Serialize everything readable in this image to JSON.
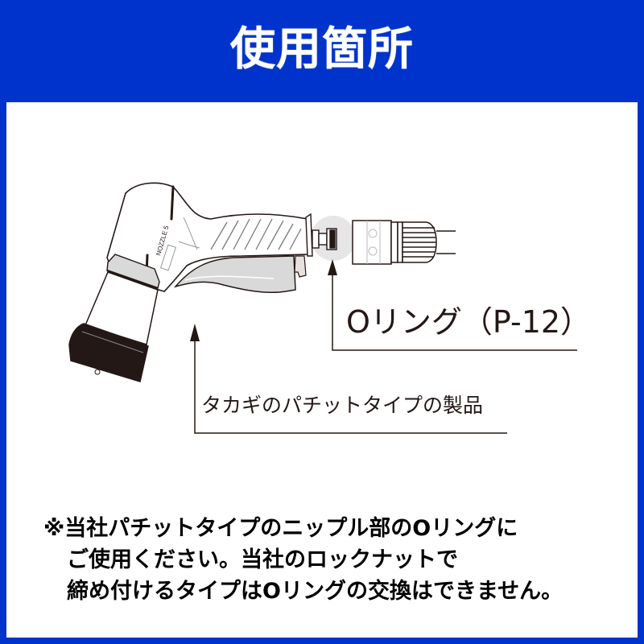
{
  "header": {
    "title": "使用箇所",
    "background_color": "#0033cc",
    "text_color": "#ffffff"
  },
  "illustration": {
    "nozzle_brand_text": "NOZZLE 5",
    "callouts": {
      "oring": "Oリング（P-12）",
      "product": "タカギのパチットタイプの製品"
    }
  },
  "note": {
    "lines": [
      "※当社パチットタイプのニップル部のOリングに",
      "ご使用ください。当社のロックナットで",
      "締め付けるタイプはOリングの交換はできません。"
    ]
  },
  "colors": {
    "frame": "#0033cc",
    "panel": "#ffffff",
    "ink": "#231815"
  }
}
